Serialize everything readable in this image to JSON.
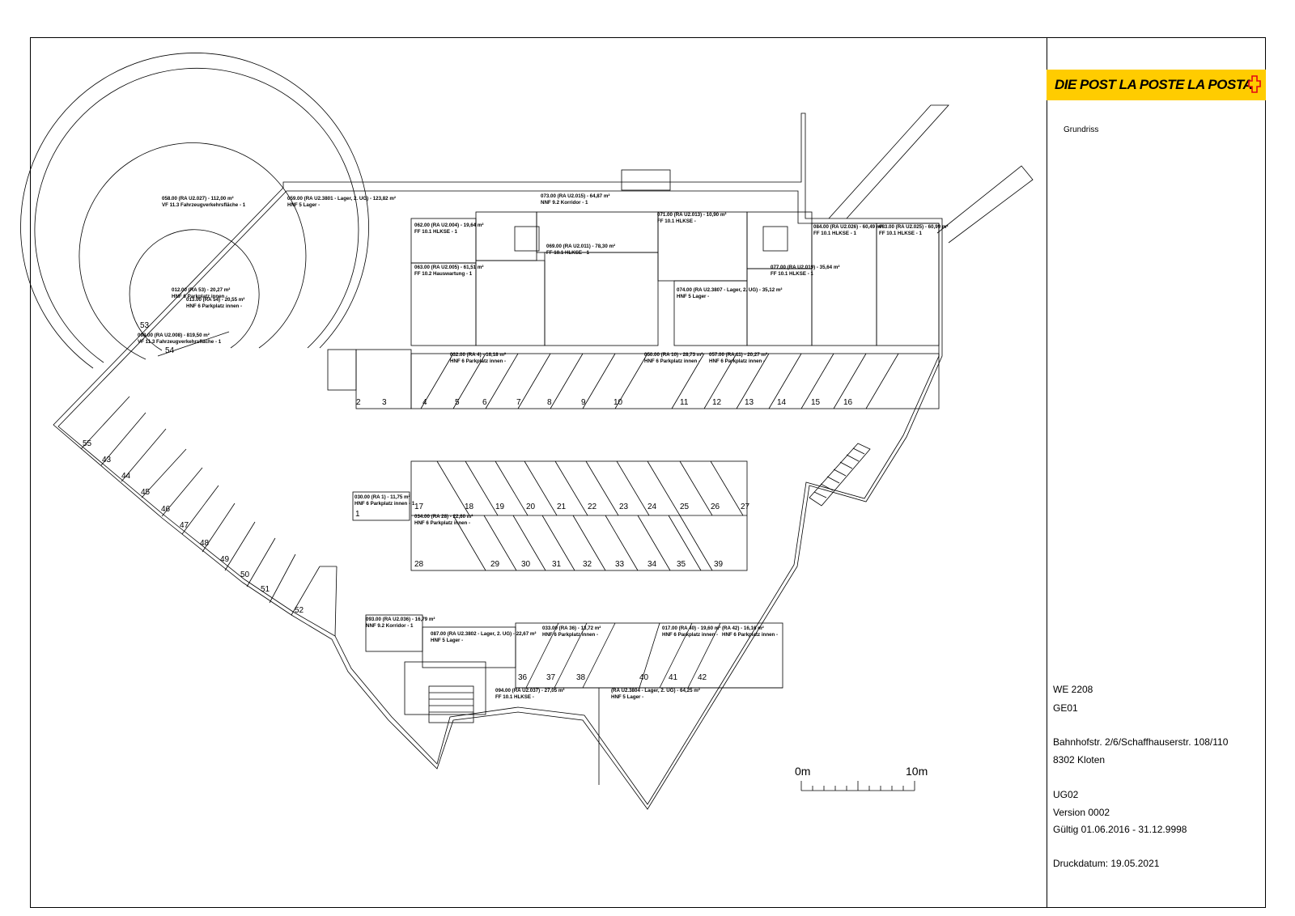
{
  "logo": {
    "text": "DIE POST  LA POSTE  LA POSTA",
    "brand_color": "#ffcc00",
    "cross_color": "#ff0000"
  },
  "sheet": {
    "title": "Grundriss",
    "we": "WE 2208",
    "ge": "GE01",
    "address_line1": "Bahnhofstr. 2/6/Schaffhauserstr. 108/110",
    "address_line2": "8302 Kloten",
    "floor": "UG02",
    "version": "Version 0002",
    "validity": "Gültig 01.06.2016 - 31.12.9998",
    "print_date": "Druckdatum: 19.05.2021"
  },
  "scale": {
    "start": "0m",
    "end": "10m"
  },
  "rooms": [
    {
      "id": "r058",
      "title": "058.00 (RA U2.027) - 112,00 m²",
      "sub": "VF 11.3 Fahrzeugverkehrsfläche - 1"
    },
    {
      "id": "r059",
      "title": "059.00 (RA U2.3801 - Lager, 2. UG) - 123,82 m²",
      "sub": "HNF 5   Lager -"
    },
    {
      "id": "r073",
      "title": "073.00 (RA U2.015) - 64,87 m²",
      "sub": "NNF 9.2 Korridor - 1"
    },
    {
      "id": "r071",
      "title": "071.00 (RA U2.013) - 10,90 m²",
      "sub": "FF 10.1 HLKSE -"
    },
    {
      "id": "r062",
      "title": "062.00 (RA U2.004) - 19,64 m²",
      "sub": "FF 10.1 HLKSE - 1"
    },
    {
      "id": "r069",
      "title": "069.00 (RA U2.011) - 78,30 m²",
      "sub": "FF 10.1 HLKSE - 1"
    },
    {
      "id": "r063",
      "title": "063.00 (RA U2.005) - 61,51 m²",
      "sub": "FF 10.2 Hauswartung - 1"
    },
    {
      "id": "r084",
      "title": "084.00 (RA U2.026) - 60,49 m²",
      "sub": "FF 10.1 HLKSE - 1"
    },
    {
      "id": "r083",
      "title": "083.00 (RA U2.025) - 60,99 m²",
      "sub": "FF 10.1 HLKSE - 1"
    },
    {
      "id": "r077",
      "title": "077.00 (RA U2.019) - 35,64 m²",
      "sub": "FF 10.1 HLKSE - 1"
    },
    {
      "id": "r074",
      "title": "074.00 (RA U2.3807 - Lager, 2. UG) - 35,12 m²",
      "sub": "HNF 5   Lager -"
    },
    {
      "id": "r012",
      "title": "012.00 (RA 53) - 20,27 m²",
      "sub": "HNF 6 Parkplatz innen -"
    },
    {
      "id": "r013",
      "title": "013.00 (RA 54) - 20,55 m²",
      "sub": "HNF 6 Parkplatz innen -"
    },
    {
      "id": "r098",
      "title": "098.00 (RA U2.008) - 819,50 m²",
      "sub": "VF 11.3 Fahrzeugverkehrsfläche - 1"
    },
    {
      "id": "r032",
      "title": "032.00 (RA 4) - 16,18 m²",
      "sub": "HNF 6 Parkplatz innen -"
    },
    {
      "id": "r050",
      "title": "050.00 (RA 10) - 28,73 m²",
      "sub": "HNF 6 Parkplatz innen -"
    },
    {
      "id": "r057",
      "title": "057.00 (RA 11) - 20,27 m²",
      "sub": "HNF 6 Parkplatz innen -"
    },
    {
      "id": "r030",
      "title": "030.00 (RA 1) - 11,75 m²",
      "sub": "HNF 6 Parkplatz innen - 1"
    },
    {
      "id": "r034",
      "title": "034.00 (RA 28) - 22,60 m²",
      "sub": "HNF 6 Parkplatz innen -"
    },
    {
      "id": "r093",
      "title": "093.00 (RA U2.036) - 16,79 m²",
      "sub": "NNF 9.2 Korridor - 1"
    },
    {
      "id": "r087",
      "title": "087.00 (RA U2.3802 - Lager, 2. UG) - 22,67 m²",
      "sub": "HNF 5   Lager -"
    },
    {
      "id": "r094",
      "title": "094.00 (RA U2.037) - 27,05 m²",
      "sub": "FF 10.1 HLKSE -"
    },
    {
      "id": "r095",
      "title": "(RA U2.3804 - Lager, 2. UG) - 64,25 m²",
      "sub": "HNF 5   Lager -"
    },
    {
      "id": "r017",
      "title": "017.00 (RA 40) - 19,60 m²",
      "sub": "HNF 6 Parkplatz innen -"
    },
    {
      "id": "r042",
      "title": "(RA 42) - 16,16 m²",
      "sub": "HNF 6 Parkplatz innen -"
    },
    {
      "id": "r033",
      "title": "033.00 (RA 36) - 13,72 m²",
      "sub": "HNF 6 Parkplatz innen -"
    }
  ],
  "parking_numbers": {
    "row_top": [
      "2",
      "3",
      "4",
      "5",
      "6",
      "7",
      "8",
      "9",
      "10",
      "11",
      "12",
      "13",
      "14",
      "15",
      "16"
    ],
    "row_mid_top": [
      "17",
      "18",
      "19",
      "20",
      "21",
      "22",
      "23",
      "24",
      "25",
      "26",
      "27"
    ],
    "row_mid_bottom": [
      "28",
      "29",
      "30",
      "31",
      "32",
      "33",
      "34",
      "35",
      "39"
    ],
    "row_bottom": [
      "36",
      "37",
      "38",
      "40",
      "41",
      "42"
    ],
    "left_arc": [
      "55",
      "43",
      "44",
      "45",
      "46",
      "47",
      "48",
      "49",
      "50",
      "51",
      "52"
    ],
    "center": [
      "53",
      "54",
      "1"
    ]
  }
}
